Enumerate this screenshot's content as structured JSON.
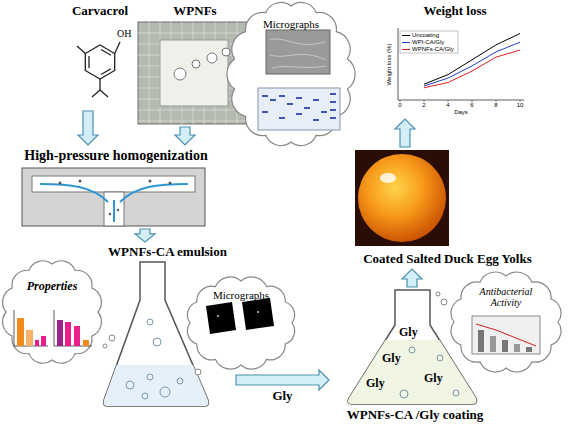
{
  "diagram": {
    "nodes": [
      {
        "text": [
          "Carvacrol"
        ]
      },
      {
        "text": [
          "WPNFs"
        ]
      },
      {
        "text": [
          "Micrographs"
        ]
      },
      {
        "text": [
          "Weight loss"
        ]
      },
      {
        "text": [
          "High-pressure homogenization"
        ]
      },
      {
        "text": [
          "Coated Salted Duck Egg Yolks"
        ]
      },
      {
        "text": [
          "WPNFs-CA emulsion"
        ]
      },
      {
        "text": [
          "Properties"
        ]
      },
      {
        "text": [
          "Micrographs"
        ]
      },
      {
        "text": [
          "Antibacterial Activity"
        ]
      },
      {
        "text": [
          "WPNFs-CA /Gly coating"
        ]
      }
    ],
    "edges": [
      {
        "from": 0,
        "to": 4,
        "arrow": "to"
      },
      {
        "from": 1,
        "to": 4,
        "arrow": "to"
      },
      {
        "from": 4,
        "to": 6,
        "arrow": "to"
      },
      {
        "from": 6,
        "to": 10,
        "label": "Gly",
        "arrow": "to"
      },
      {
        "from": 10,
        "to": 5,
        "arrow": "to"
      },
      {
        "from": 5,
        "to": 3,
        "arrow": "to"
      }
    ],
    "labels": [
      "OH",
      "Gly",
      "Gly",
      "Gly",
      "Gly",
      "Weight loss (%)",
      "Days",
      "0",
      "2",
      "4",
      "6",
      "8",
      "10"
    ],
    "legend": [
      {
        "text": "Uncoating"
      },
      {
        "text": "WPI-CA/Gly"
      },
      {
        "text": "WPNFs-CA/Gly"
      }
    ]
  }
}
